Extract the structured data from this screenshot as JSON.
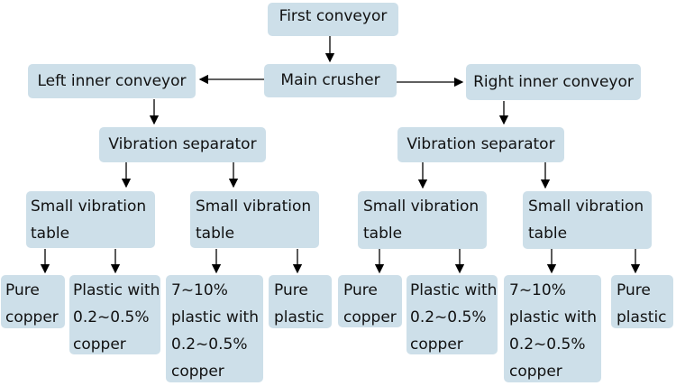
{
  "diagram": {
    "first_conveyor": "First conveyor",
    "main_crusher": "Main crusher",
    "left_inner": "Left inner conveyor",
    "right_inner": "Right inner conveyor",
    "vib_sep_left": "Vibration separator",
    "vib_sep_right": "Vibration separator",
    "svt_1": [
      "Small vibration",
      "table"
    ],
    "svt_2": [
      "Small vibration",
      "table"
    ],
    "svt_3": [
      "Small vibration",
      "table"
    ],
    "svt_4": [
      "Small vibration",
      "table"
    ],
    "out_1": [
      "Pure",
      "copper"
    ],
    "out_2": [
      "Plastic with",
      "0.2~0.5%",
      "copper"
    ],
    "out_3": [
      "7~10%",
      "plastic with",
      "0.2~0.5%",
      "copper"
    ],
    "out_4": [
      "Pure",
      "plastic"
    ],
    "out_5": [
      "Pure",
      "copper"
    ],
    "out_6": [
      "Plastic with",
      "0.2~0.5%",
      "copper"
    ],
    "out_7": [
      "7~10%",
      "plastic with",
      "0.2~0.5%",
      "copper"
    ],
    "out_8": [
      "Pure",
      "plastic"
    ]
  },
  "colors": {
    "box_fill": "#cddfe9",
    "arrow": "#000000"
  }
}
